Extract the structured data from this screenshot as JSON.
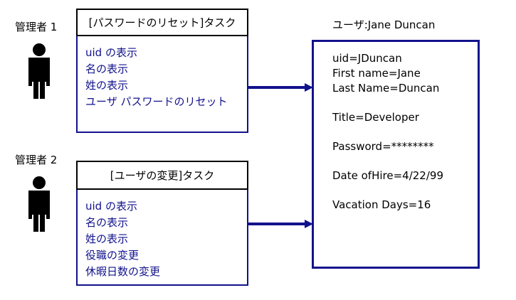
{
  "diagram": {
    "title": "Administrator task to user attribute mapping",
    "colors": {
      "navy": "#12128c",
      "black": "#000000",
      "background": "#ffffff"
    },
    "actors": [
      {
        "label": "管理者 1",
        "icon": "person-icon"
      },
      {
        "label": "管理者 2",
        "icon": "person-icon"
      }
    ],
    "tasks": [
      {
        "header": "[パスワードのリセット]タスク",
        "items": [
          "uid の表示",
          "名の表示",
          "姓の表示",
          "ユーザ パスワードのリセット"
        ]
      },
      {
        "header": "[ユーザの変更]タスク",
        "items": [
          "uid の表示",
          "名の表示",
          "姓の表示",
          "役職の変更",
          "休暇日数の変更"
        ]
      }
    ],
    "arrows": [
      {
        "name": "arrow-task1-to-user",
        "direction": "right"
      },
      {
        "name": "arrow-task2-to-user",
        "direction": "right"
      }
    ],
    "user": {
      "title": "ユーザ:Jane Duncan",
      "attributes": [
        "uid=JDuncan",
        "First name=Jane",
        "Last Name=Duncan",
        "Title=Developer",
        "Password=********",
        "Date ofHire=4/22/99",
        "Vacation Days=16"
      ]
    }
  }
}
